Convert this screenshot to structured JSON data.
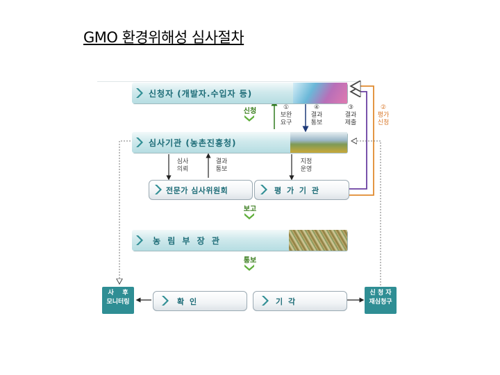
{
  "title": "GMO 환경위해성 심사절차",
  "bands": {
    "applicant": "신청자 (개발자.수입자 등)",
    "review_agency": "심사기관 (농촌진흥청)",
    "ministry": "농 림 부 장 관"
  },
  "boxes": {
    "committee": "전문가 심사위원회",
    "evaluation": "평 가 기 관",
    "confirm": "확 인",
    "reject": "기 각"
  },
  "tags": {
    "apply": "신청",
    "report": "보고",
    "notify": "통보"
  },
  "steps": {
    "s1_num": "①",
    "s1_line1": "보완",
    "s1_line2": "요구",
    "s4_num": "④",
    "s4_line1": "결과",
    "s4_line2": "통보",
    "s3_num": "③",
    "s3_line1": "결과",
    "s3_line2": "제출",
    "s2_num": "②",
    "s2_line1": "평가",
    "s2_line2": "신청"
  },
  "mid_labels": {
    "review_req_1": "심사",
    "review_req_2": "의뢰",
    "result_notice_1": "결과",
    "result_notice_2": "통보",
    "designate_1": "지정",
    "designate_2": "운영"
  },
  "side_boxes": {
    "followup_1": "사    후",
    "followup_2": "모니터링",
    "reapply_1": "신 청 자",
    "reapply_2": "재심청구"
  },
  "colors": {
    "band_text": "#1d6c77",
    "purple_line": "#6a3fa0",
    "orange_line": "#e08a2f",
    "green_arrow": "#2f7a1e",
    "teal_box": "#2f8e94"
  }
}
